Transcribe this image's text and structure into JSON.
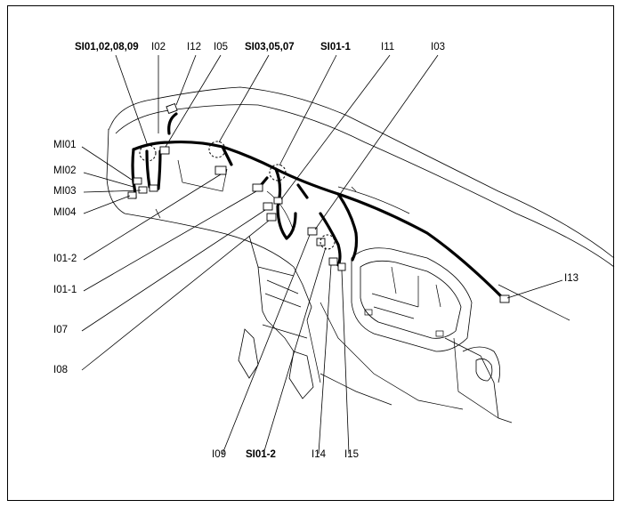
{
  "labels": {
    "sl01_02_08_09": "SI01,02,08,09",
    "i02": "I02",
    "i12": "I12",
    "i05": "I05",
    "sl03_05_07": "SI03,05,07",
    "sl01_1": "SI01-1",
    "i11": "I11",
    "i03": "I03",
    "mi01": "MI01",
    "mi02": "MI02",
    "mi03": "MI03",
    "mi04": "MI04",
    "i01_2": "I01-2",
    "i01_1": "I01-1",
    "i07": "I07",
    "i08": "I08",
    "i13": "I13",
    "i09": "I09",
    "sl01_2": "SI01-2",
    "i14": "I14",
    "i15": "I15"
  }
}
